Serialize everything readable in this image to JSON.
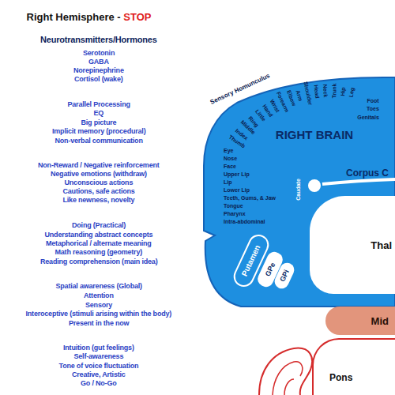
{
  "diagram": {
    "title": "Right Hemisphere - STOP",
    "nodes": [
      {
        "text": [
          "RIGHT BRAIN"
        ]
      },
      {
        "text": [
          "Putamen"
        ],
        "in": 0
      },
      {
        "text": [
          "GPe"
        ],
        "in": 0
      },
      {
        "text": [
          "GPi"
        ],
        "in": 0
      },
      {
        "text": [
          "Thal"
        ],
        "in": 0
      },
      {
        "text": [
          "Mid"
        ]
      },
      {
        "text": [
          "Pons"
        ]
      }
    ],
    "labels": [
      "Neurotransmitters/Hormones",
      "Serotonin",
      "GABA",
      "Norepinephrine",
      "Cortisol (wake)",
      "Parallel Processing",
      "EQ",
      "Big picture",
      "Implicit memory (procedural)",
      "Non-verbal communication",
      "Non-Reward / Negative reinforcement",
      "Negative emotions (withdraw)",
      "Unconscious actions",
      "Cautions, safe actions",
      "Like newness, novelty",
      "Doing (Practical)",
      "Understanding abstract concepts",
      "Metaphorical / alternate meaning",
      "Math reasoning (geometry)",
      "Reading comprehension (main idea)",
      "Spatial awareness (Global)",
      "Attention",
      "Sensory",
      "Interoceptive (stimuli arising within the body)",
      "Present in the now",
      "Intuition (gut feelings)",
      "Self-awareness",
      "Tone of voice fluctuation",
      "Creative, Artistic",
      "Go / No-Go",
      "Foot",
      "Toes",
      "Genitals",
      "Leg",
      "Hip",
      "Trunk",
      "Neck",
      "Head",
      "Shoulder",
      "Arm",
      "Elbow",
      "Forearm",
      "Wrist",
      "Hand",
      "Little",
      "Ring",
      "Middle",
      "Index",
      "Thumb",
      "Eye",
      "Nose",
      "Face",
      "Upper Lip",
      "Lip",
      "Lower Lip",
      "Teeth, Gums, & Jaw",
      "Tongue",
      "Pharynx",
      "Intra-abdominal",
      "Sensory Homunculus",
      "Corpus C",
      "Caudate"
    ]
  }
}
